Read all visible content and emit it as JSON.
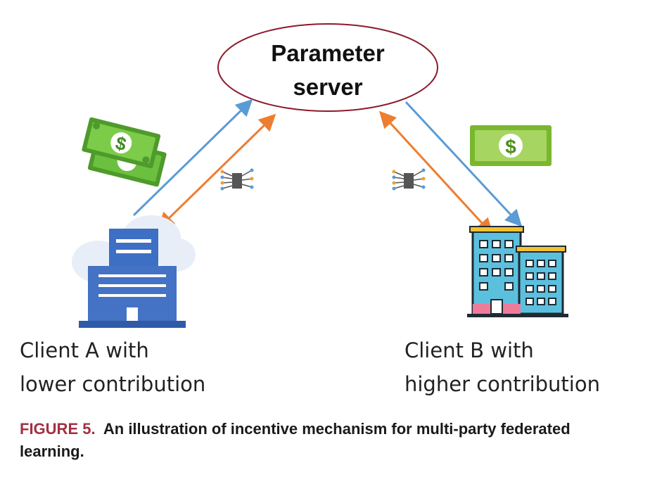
{
  "server": {
    "line1": "Parameter",
    "line2": "server"
  },
  "client_a": {
    "line1": "Client A with",
    "line2": "lower contribution"
  },
  "client_b": {
    "line1": "Client B with",
    "line2": "higher contribution"
  },
  "caption": {
    "figure_label": "FIGURE 5.",
    "text": "An illustration of incentive mechanism for multi-party federated learning."
  },
  "money": {
    "symbol": "$"
  },
  "colors": {
    "server_outline": "#8b1a2b",
    "upload_arrow": "#5b9bd5",
    "download_arrow": "#ed7d31",
    "client_a_building": "#4472c4",
    "client_b_building": "#5bc0de",
    "money_green": "#5fb336",
    "caption_label": "#a33041"
  },
  "icons": {
    "client_a": "office-building-cloud-icon",
    "client_b": "apartment-buildings-icon",
    "money_a": "cash-stack-icon",
    "money_b": "dollar-bill-icon",
    "model_a": "neural-chip-icon",
    "model_b": "neural-chip-icon"
  }
}
